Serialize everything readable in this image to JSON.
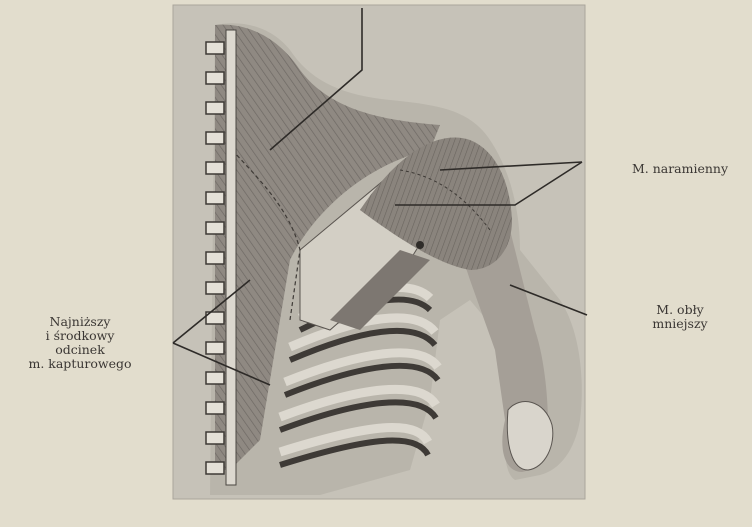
{
  "labels": {
    "deltoid": {
      "line1": "M. naramienny"
    },
    "teres_minor": {
      "line1": "M. obły",
      "line2": "mniejszy"
    },
    "trapezius": {
      "line1": "Najniższy",
      "line2": "i środkowy",
      "line3": "odcinek",
      "line4": "m. kapturowego"
    }
  },
  "illustration": {
    "icon": "anatomical-back-shoulder-muscles-illustration",
    "colors": {
      "paper": "#e2ddcd",
      "plate": "#c9c5bb",
      "muscle": "#8d8780",
      "bone": "#d6d2c8",
      "dark": "#3a3633"
    }
  }
}
